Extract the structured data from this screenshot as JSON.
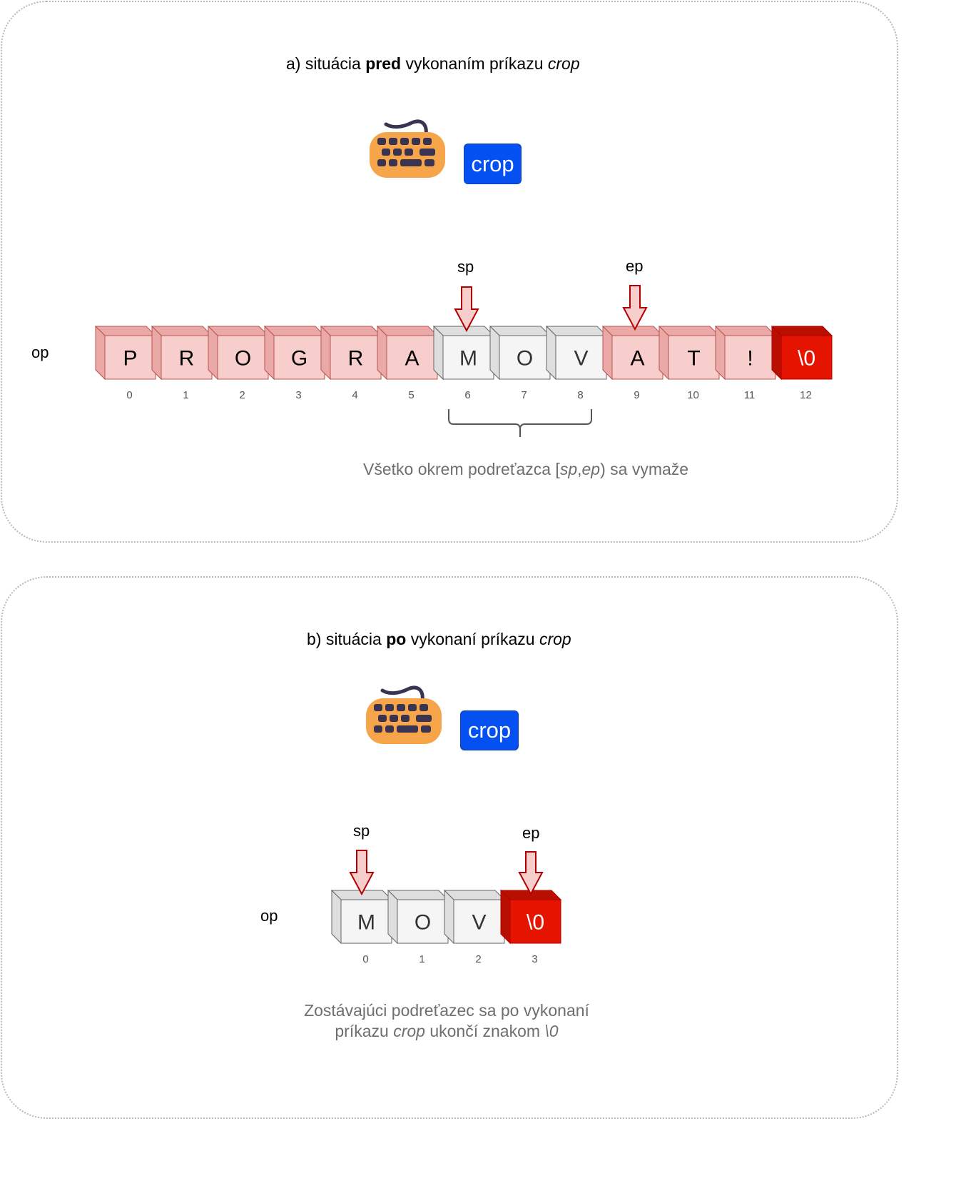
{
  "panel_a": {
    "title": {
      "prefix": "a) situácia ",
      "bold": "pred",
      "middle": " vykonaním príkazu ",
      "italic": "crop"
    },
    "button_label": "crop",
    "array_label": "op",
    "sp_label": "sp",
    "ep_label": "ep",
    "cells": [
      {
        "char": "P",
        "index": "0",
        "kind": "removed"
      },
      {
        "char": "R",
        "index": "1",
        "kind": "removed"
      },
      {
        "char": "O",
        "index": "2",
        "kind": "removed"
      },
      {
        "char": "G",
        "index": "3",
        "kind": "removed"
      },
      {
        "char": "R",
        "index": "4",
        "kind": "removed"
      },
      {
        "char": "A",
        "index": "5",
        "kind": "removed"
      },
      {
        "char": "M",
        "index": "6",
        "kind": "kept"
      },
      {
        "char": "O",
        "index": "7",
        "kind": "kept"
      },
      {
        "char": "V",
        "index": "8",
        "kind": "kept"
      },
      {
        "char": "A",
        "index": "9",
        "kind": "removed"
      },
      {
        "char": "T",
        "index": "10",
        "kind": "removed"
      },
      {
        "char": "!",
        "index": "11",
        "kind": "removed"
      },
      {
        "char": "\\0",
        "index": "12",
        "kind": "terminator"
      }
    ],
    "sp_index": 6,
    "ep_index": 9,
    "caption": {
      "pre": "Všetko okrem podreťazca [",
      "sp": "sp",
      "comma": ",",
      "ep": "ep",
      "post": ") sa vymaže"
    }
  },
  "panel_b": {
    "title": {
      "prefix": "b) situácia ",
      "bold": "po",
      "middle": " vykonaní príkazu ",
      "italic": "crop"
    },
    "button_label": "crop",
    "array_label": "op",
    "sp_label": "sp",
    "ep_label": "ep",
    "cells": [
      {
        "char": "M",
        "index": "0",
        "kind": "kept"
      },
      {
        "char": "O",
        "index": "1",
        "kind": "kept"
      },
      {
        "char": "V",
        "index": "2",
        "kind": "kept"
      },
      {
        "char": "\\0",
        "index": "3",
        "kind": "terminator"
      }
    ],
    "sp_index": 0,
    "ep_index": 3,
    "caption": {
      "line1": "Zostávajúci podreťazec sa po vykonaní",
      "line2_pre": "príkazu ",
      "line2_italic": "crop",
      "line2_mid": " ukončí znakom ",
      "line2_italic2": "\\0"
    }
  },
  "colors": {
    "removed_front": "#f8cecc",
    "removed_side": "#eaa9a7",
    "removed_stroke": "#b85450",
    "kept_front": "#f5f5f5",
    "kept_side": "#dedede",
    "kept_stroke": "#666666",
    "term_front": "#e51400",
    "term_side": "#b80f00",
    "term_stroke": "#b20000",
    "arrow_fill": "#f8cecc",
    "arrow_stroke": "#b20000",
    "button": "#0550f0",
    "keyboard_body": "#f7a54b",
    "keyboard_keys": "#3a3450"
  }
}
